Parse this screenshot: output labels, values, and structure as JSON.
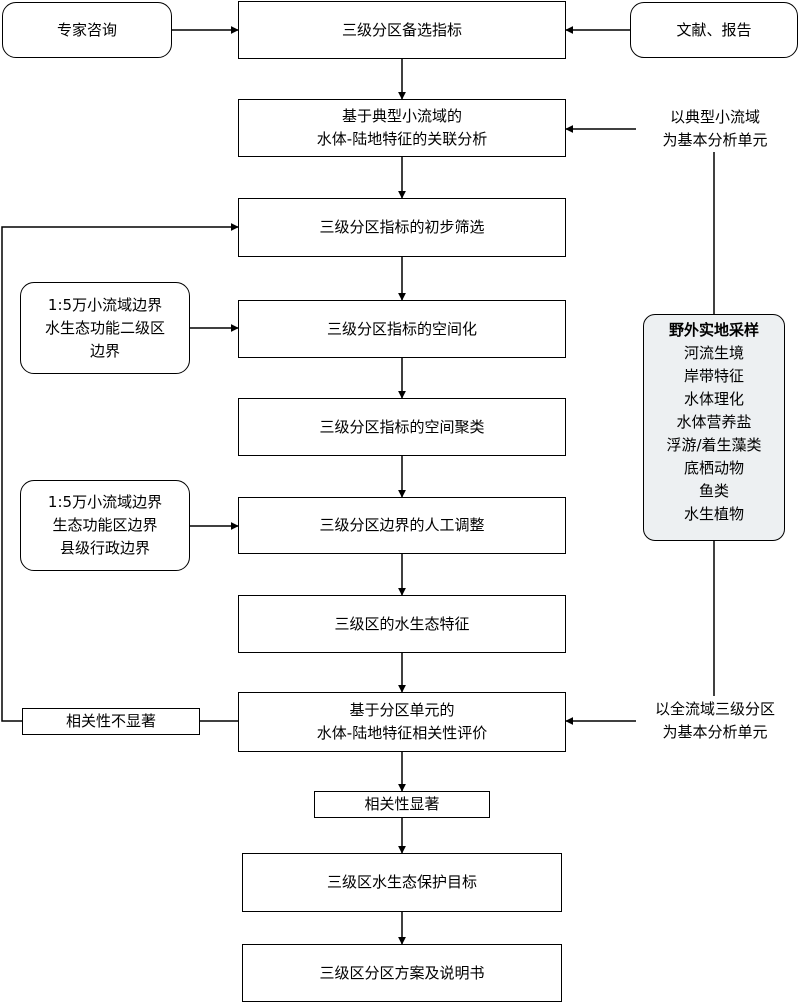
{
  "flow": {
    "indicators": "三级分区备选指标",
    "correlation_analysis": [
      "基于典型小流域的",
      "水体-陆地特征的关联分析"
    ],
    "preliminary_screening": "三级分区指标的初步筛选",
    "spatialization": "三级分区指标的空间化",
    "spatial_clustering": "三级分区指标的空间聚类",
    "manual_adjustment": "三级分区边界的人工调整",
    "eco_features": "三级区的水生态特征",
    "evaluation": [
      "基于分区单元的",
      "水体-陆地特征相关性评价"
    ],
    "significant": "相关性显著",
    "protection_goal": "三级区水生态保护目标",
    "scheme": "三级区分区方案及说明书"
  },
  "inputs": {
    "expert": "专家咨询",
    "literature": "文献、报告",
    "typical_unit": [
      "以典型小流域",
      "为基本分析单元"
    ],
    "boundary_set_1": [
      "1:5万小流域边界",
      "水生态功能二级区",
      "边界"
    ],
    "boundary_set_2": [
      "1:5万小流域边界",
      "生态功能区边界",
      "县级行政边界"
    ],
    "basin_unit": [
      "以全流域三级分区",
      "为基本分析单元"
    ],
    "not_significant": "相关性不显著"
  },
  "field_sampling": {
    "title": "野外实地采样",
    "items": [
      "河流生境",
      "岸带特征",
      "水体理化",
      "水体营养盐",
      "浮游/着生藻类",
      "底栖动物",
      "鱼类",
      "水生植物"
    ]
  },
  "colors": {
    "stroke": "#000000",
    "field_fill": "#edf0f2"
  }
}
